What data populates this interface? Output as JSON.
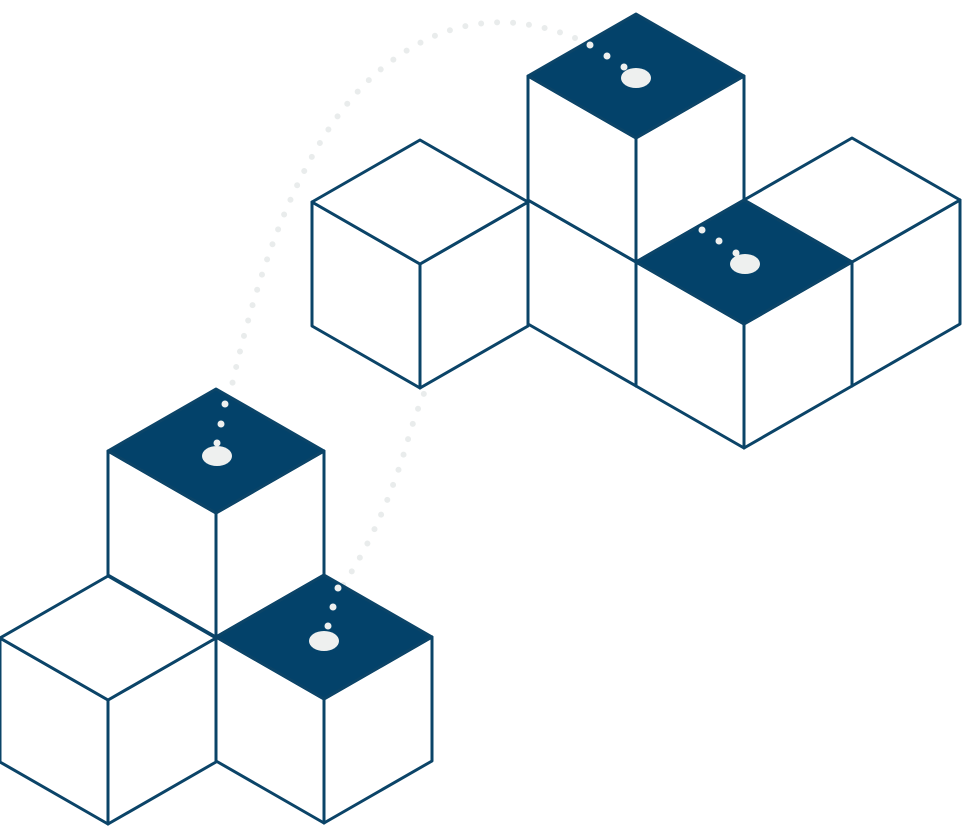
{
  "illustration": {
    "subject": "isometric-cube-groups",
    "colors": {
      "stroke": "#0b4468",
      "dark_top": "#03426a",
      "face": "#ffffff",
      "marker": "#eef0ef",
      "dotted_path": "#e9ecec"
    },
    "groups": [
      {
        "name": "upper-right-cluster",
        "cubes": 5,
        "highlighted_tops": 2
      },
      {
        "name": "lower-left-cluster",
        "cubes": 3,
        "highlighted_tops": 2
      }
    ]
  }
}
